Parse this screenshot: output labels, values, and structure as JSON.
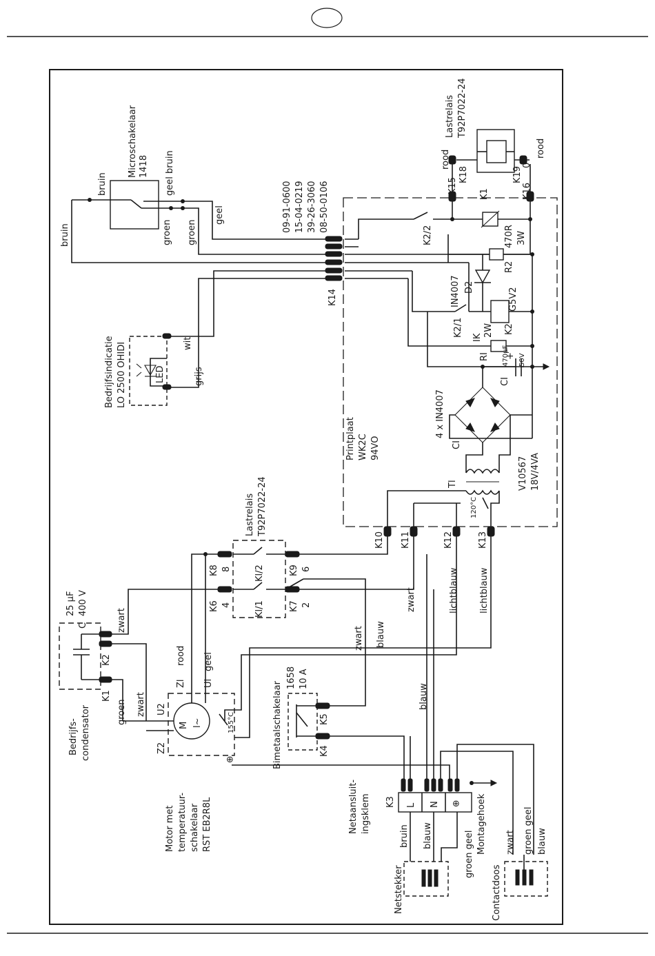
{
  "page": {
    "number": ""
  },
  "labels": {
    "micro_title": "Microschakelaar",
    "micro_num": "1418",
    "geel_bruin": "geel bruin",
    "bruin_a": "bruin",
    "bruin_b": "bruin",
    "groen_a": "groen",
    "groen_b": "groen",
    "geel_a": "geel",
    "code1": "09-91-0600",
    "code2": "15-04-0219",
    "code3": "39-26-3060",
    "code4": "08-50-0106",
    "k14": "K14",
    "lastrelais_top": "Lastrelais",
    "lastrelais_top_type": "T92P7022-24",
    "k15": "K15",
    "rood_k15": "rood",
    "k18": "K18",
    "k1_top": "K1",
    "k19": "K19",
    "k19_0": "0",
    "k16": "K16",
    "rood_k16": "rood",
    "k2_2": "K2/2",
    "r_470": "470R",
    "r2": "R2",
    "r2_3w": "3W",
    "in4007": "IN4007",
    "d2": "D2",
    "g5v2": "G5V2",
    "k2_1": "K2/1",
    "k2": "K2",
    "ik": "IK",
    "ik_2w": "2W",
    "ri": "RI",
    "cap_470": "470µF",
    "cap_50v": "50V",
    "ci": "CI",
    "ci_plus": "+",
    "bedrijf_title": "Bedrijfsindicatie",
    "bedrijf_type": "LO 2500 OHIDI",
    "led": "LED",
    "wit": "wit",
    "grijs": "grijs",
    "printplaat": "Printplaat",
    "wk2c": "WK2C",
    "94vo": "94VO",
    "bridge": "4 x IN4007",
    "ci_bridge": "CI",
    "v10567": "V10567",
    "v_18": "18V/4VA",
    "tl": "Tl",
    "t120": "120°C",
    "k10": "K10",
    "k11": "K11",
    "k12": "K12",
    "k13": "K13",
    "lastrelais_mid": "Lastrelais",
    "lastrelais_mid_type": "T92P7022-24",
    "k8": "K8",
    "n8": "8",
    "k9": "K9",
    "n6": "6",
    "k6": "K6",
    "n4": "4",
    "k7": "K7",
    "n2": "2",
    "kl2": "Kl/2",
    "kl1": "Kl/1",
    "cond_25": "25 µF",
    "cond_400": "400 V",
    "cond_c": "C",
    "zwart_a": "zwart",
    "zwart_b": "zwart",
    "zwart_c": "zwart",
    "zwart_d": "zwart",
    "k2_cond": "K2",
    "k1_cond": "K1",
    "bedrijfs1": "Bedrijfs-",
    "bedrijfs2": "condensator",
    "groen_cond": "groen",
    "rood_mid": "rood",
    "geel_mid": "geel",
    "z1": "Zl",
    "u1": "Ul",
    "u2": "U2",
    "z2": "Z2",
    "motor_m": "M",
    "motor_sym": "l~",
    "t155": "155°C",
    "blauw_a": "blauw",
    "blauw_b": "blauw",
    "lichtblauw_a": "lichtblauw",
    "lichtblauw_b": "lichtblauw",
    "bimetaal": "Bimetaalschakelaar",
    "bimetaal_num": "1658",
    "bimetaal_a": "10 A",
    "k5": "K5",
    "k4": "K4",
    "motor1": "Motor met",
    "motor2": "temperatuur-",
    "motor3": "schakelaar",
    "motor4": "RST EB2R8L",
    "net1": "Netaansluit-",
    "net2": "ingsklem",
    "k3": "K3",
    "term_l": "L",
    "term_n": "N",
    "term_pe": "⊕",
    "bruin_net": "bruin",
    "blauw_net": "blauw",
    "groen_geel_net": "groen geel",
    "netstekker": "Netstekker",
    "montagehoek": "Montagehoek",
    "zwart_cd": "zwart",
    "groen_geel_cd": "groen geel",
    "blauw_cd": "blauw",
    "contactdoos": "Contactdoos",
    "earth_sym": "⊕"
  }
}
